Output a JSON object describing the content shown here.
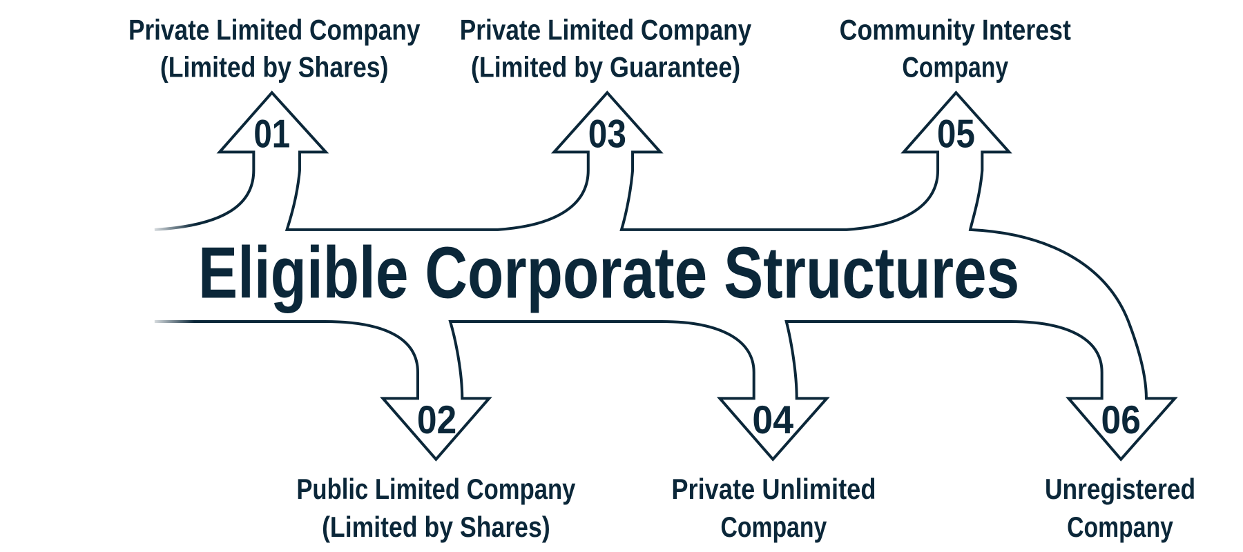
{
  "title": "Eligible Corporate Structures",
  "colors": {
    "ink": "#0b2739",
    "background": "#ffffff"
  },
  "items": [
    {
      "number": "01",
      "line1": "Private Limited Company",
      "line2": "(Limited by Shares)"
    },
    {
      "number": "02",
      "line1": "Public Limited Company",
      "line2": "(Limited by Shares)"
    },
    {
      "number": "03",
      "line1": "Private Limited Company",
      "line2": "(Limited by Guarantee)"
    },
    {
      "number": "04",
      "line1": "Private Unlimited",
      "line2": "Company"
    },
    {
      "number": "05",
      "line1": "Community Interest",
      "line2": "Company"
    },
    {
      "number": "06",
      "line1": "Unregistered",
      "line2": "Company"
    }
  ]
}
